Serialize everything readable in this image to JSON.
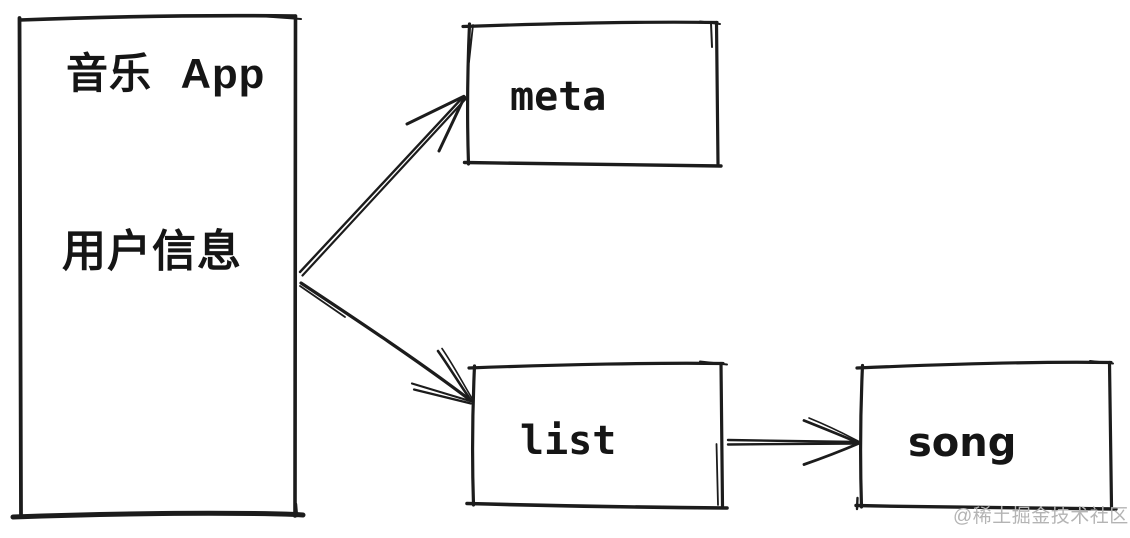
{
  "diagram": {
    "nodes": {
      "app": {
        "title": "音乐 App",
        "subtitle": "用户信息"
      },
      "meta": {
        "label": "meta"
      },
      "list": {
        "label": "list"
      },
      "song": {
        "label": "song"
      }
    },
    "edges": [
      {
        "from": "app",
        "to": "meta"
      },
      {
        "from": "app",
        "to": "list"
      },
      {
        "from": "list",
        "to": "song"
      }
    ],
    "colors": {
      "stroke": "#1c1c1c",
      "background": "#ffffff",
      "watermark": "#b4b4b4"
    }
  },
  "watermark": {
    "text": "@稀土掘金技术社区"
  }
}
